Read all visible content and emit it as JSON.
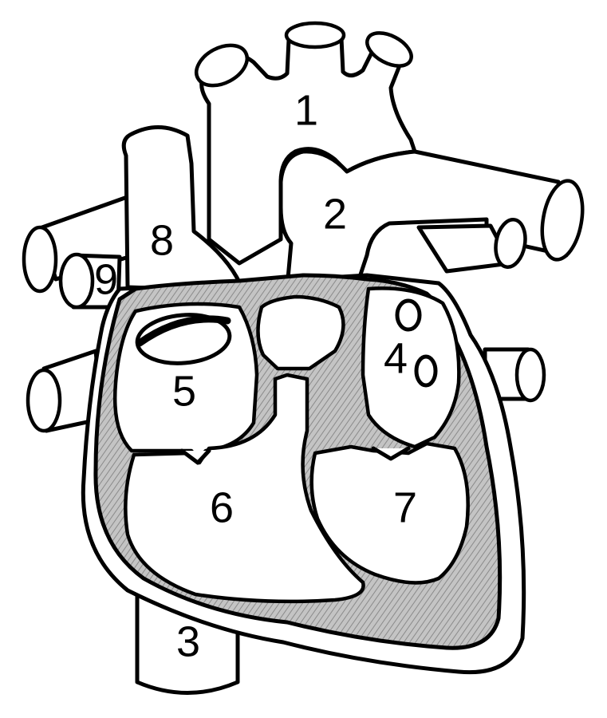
{
  "labels": {
    "l1": "1",
    "l2": "2",
    "l3": "3",
    "l4": "4",
    "l5": "5",
    "l6": "6",
    "l7": "7",
    "l8": "8",
    "l9": "9"
  },
  "colors": {
    "outline": "#000000",
    "fill": "#ffffff",
    "muscle_wall": "#b9b9b9"
  }
}
